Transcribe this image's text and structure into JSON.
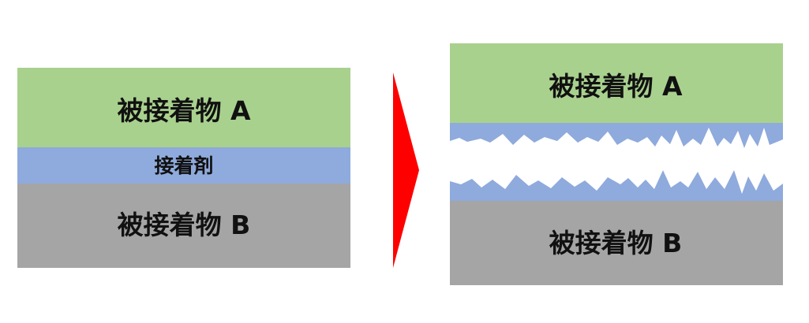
{
  "before": {
    "top_label": "被接着物 A",
    "middle_label": "接着剤",
    "bottom_label": "被接着物 B"
  },
  "after": {
    "top_label": "被接着物 A",
    "bottom_label": "被接着物 B"
  },
  "colors": {
    "substrate_a": "#a9d18e",
    "adhesive": "#8faadc",
    "substrate_b": "#a5a5a5",
    "arrow": "#ff0000",
    "background": "#ffffff"
  },
  "icons": {
    "arrow": "red-triangle-arrow-icon"
  }
}
